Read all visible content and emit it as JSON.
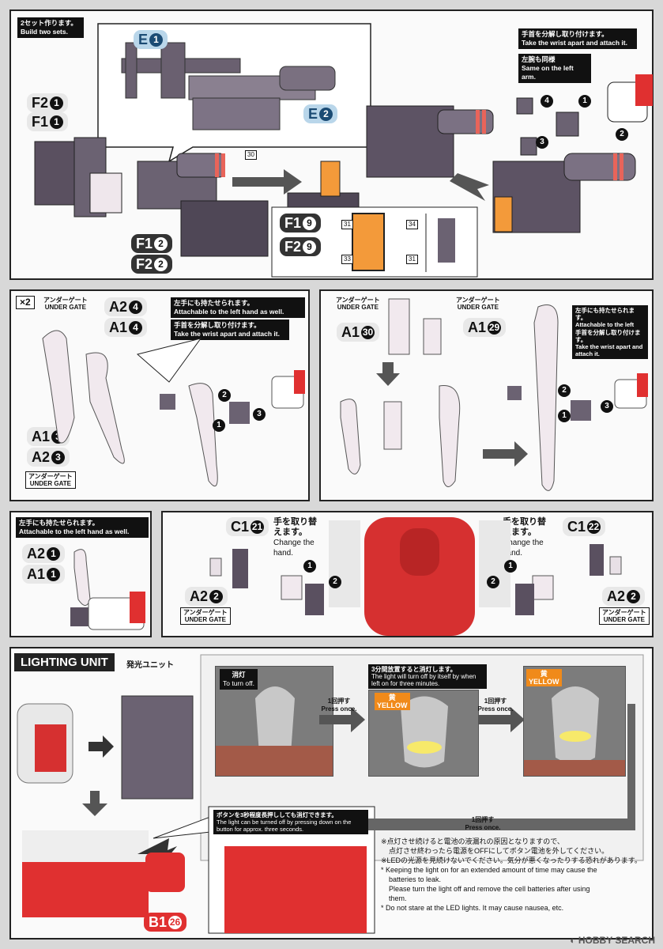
{
  "colors": {
    "page": "#d8d8d8",
    "panel": "#fafafa",
    "part_dark": "#5a5060",
    "part_light": "#f1e9ee",
    "accent_red": "#e03030",
    "blue_code": "#b9d6ea",
    "orange": "#f08a1a"
  },
  "panel1": {
    "build_jp": "2セット作ります。",
    "build_en": "Build two sets.",
    "codes": {
      "e1": "E",
      "e1n": "1",
      "e2": "E",
      "e2n": "2",
      "f2a": "F2",
      "f2an": "1",
      "f1a": "F1",
      "f1an": "1",
      "f1b": "F1",
      "f1bn": "2",
      "f2b": "F2",
      "f2bn": "2",
      "f19": "F1",
      "f19n": "9",
      "f29": "F2",
      "f29n": "9"
    },
    "stickers": {
      "s30": "30",
      "s31a": "31",
      "s34": "34",
      "s33": "33",
      "s31b": "31"
    },
    "wrist_jp": "手首を分解し取り付けます。",
    "wrist_en": "Take the wrist apart and attach it.",
    "left_jp": "左腕も同様",
    "left_en": "Same on the left arm.",
    "steps": [
      "1",
      "2",
      "3",
      "4"
    ]
  },
  "panel2": {
    "x2": "×2",
    "ug_jp": "アンダーゲート",
    "ug_en": "UNDER GATE",
    "codes": {
      "a24": "A2",
      "a24n": "4",
      "a14": "A1",
      "a14n": "4",
      "a13": "A1",
      "a13n": "3",
      "a23": "A2",
      "a23n": "3"
    },
    "left_jp": "左手にも持たせられます。",
    "left_en": "Attachable to the left hand as well.",
    "wrist_jp": "手首を分解し取り付けます。",
    "wrist_en": "Take the wrist apart and attach it.",
    "steps": [
      "1",
      "2",
      "3"
    ]
  },
  "panel3": {
    "ug_jp": "アンダーゲート",
    "ug_en": "UNDER GATE",
    "codes": {
      "a130": "A1",
      "a130n": "30",
      "a129": "A1",
      "a129n": "29"
    },
    "left_jp": "左手にも持たせられます。",
    "left_en": "Attachable to the left hand as well.",
    "wrist_jp": "手首を分解し取り付けます。",
    "wrist_en": "Take the wrist apart and attach it.",
    "steps": [
      "1",
      "2",
      "3"
    ]
  },
  "panel4": {
    "left_jp": "左手にも持たせられます。",
    "left_en": "Attachable to the left hand as well.",
    "codes": {
      "a21": "A2",
      "a21n": "1",
      "a11": "A1",
      "a11n": "1"
    }
  },
  "panel5": {
    "codes": {
      "c121": "C1",
      "c121n": "21",
      "a22": "A2",
      "a22n": "2",
      "c122": "C1",
      "c122n": "22",
      "a22b": "A2",
      "a22bn": "2"
    },
    "ug_jp": "アンダーゲート",
    "ug_en": "UNDER GATE",
    "change_jp": "手を取り替えます。",
    "change_en": "Change the hand.",
    "steps": [
      "1",
      "2"
    ]
  },
  "panel6": {
    "title_en": "LIGHTING UNIT",
    "title_jp": "発光ユニット",
    "turnoff_jp": "消灯",
    "turnoff_en": "To turn off.",
    "auto_jp": "3分間放置すると消灯します。",
    "auto_en": "The light will turn off by itself by when left on for three minutes.",
    "yellow_jp": "黄",
    "yellow_en": "YELLOW",
    "press_jp": "1回押す",
    "press_en": "Press once.",
    "hold_jp": "ボタンを3秒程度長押ししても消灯できます。",
    "hold_en": "The light can be turned off by pressing down on the button for approx. three seconds.",
    "code_b1": "B1",
    "code_b1n": "26",
    "notes": [
      "※点灯させ続けると電池の液漏れの原因となりますので、",
      "点灯させ終わったら電源をOFFにしてボタン電池を外してください。",
      "※LEDの光源を見続けないでください。気分が悪くなったりする恐れがあります。",
      "* Keeping the light on for an extended amount of time may cause the",
      "batteries to leak.",
      "Please turn the light off and remove the cell batteries after using",
      "them.",
      "* Do not stare at the LED lights. It may cause nausea, etc."
    ]
  },
  "watermark": "HOBBY SEARCH"
}
